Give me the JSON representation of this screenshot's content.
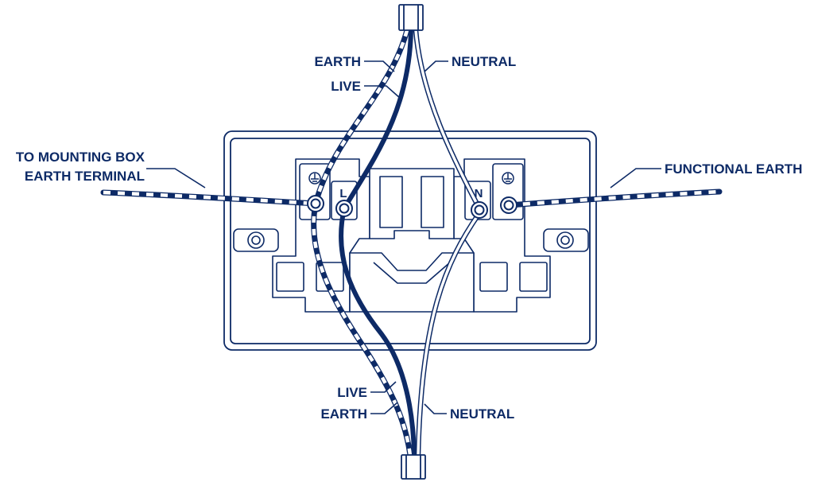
{
  "colors": {
    "ink": "#0d2a66",
    "background": "#ffffff",
    "cable_white": "#ffffff"
  },
  "labels": {
    "earth_top": "EARTH",
    "live_top": "LIVE",
    "neutral_top": "NEUTRAL",
    "mounting_box_line1": "TO MOUNTING BOX",
    "mounting_box_line2": "EARTH TERMINAL",
    "functional_earth": "FUNCTIONAL EARTH",
    "live_bottom": "LIVE",
    "earth_bottom": "EARTH",
    "neutral_bottom": "NEUTRAL"
  },
  "terminals": {
    "live": "L",
    "neutral": "N"
  },
  "icons": {
    "earth_terminal_left": "earth-ground-icon",
    "earth_terminal_right": "earth-ground-icon"
  }
}
